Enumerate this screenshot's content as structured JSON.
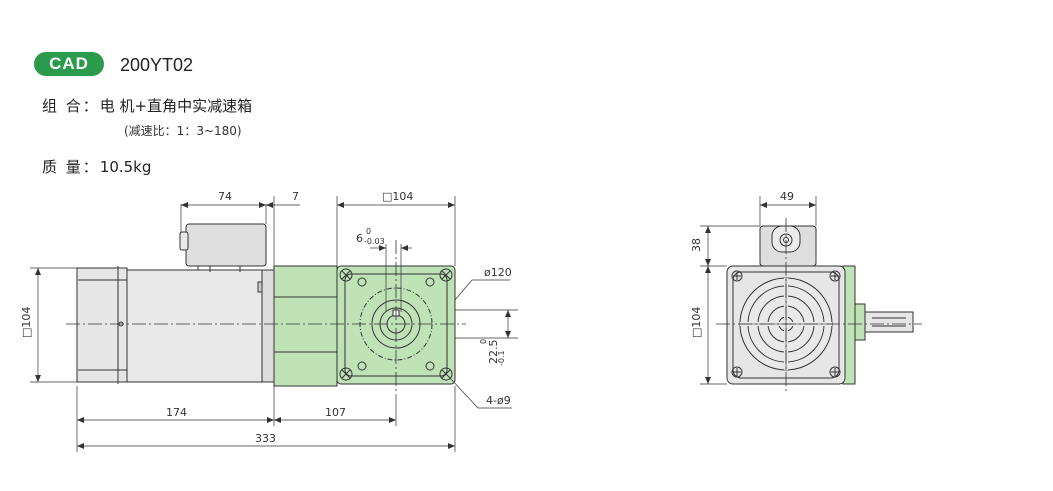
{
  "badge": "CAD",
  "model": "200YT02",
  "composition": {
    "label": "组 合：",
    "value": "电 机+直角中实减速箱"
  },
  "ratio_note": "(减速比：1：3~180)",
  "weight": {
    "label": "质 量：",
    "value": "10.5kg"
  },
  "colors": {
    "badge": "#2a9a4c",
    "gearbox": "#bfe3b6",
    "motor": "#e6e6e6",
    "line": "#333333"
  },
  "side_view": {
    "dim_terminal_width": "74",
    "dim_gap": "7",
    "dim_flange_square": "□104",
    "dim_keyway": "6",
    "dim_keyway_tol_upper": "0",
    "dim_keyway_tol_lower": "-0.03",
    "dim_pcd": "ø120",
    "dim_motor_height": "□104",
    "dim_shaft_height": "22.5",
    "dim_shaft_height_tol_upper": "0",
    "dim_shaft_height_tol_lower": "-0.1",
    "dim_holes": "4-ø9",
    "dim_motor_length": "174",
    "dim_gearbox_length": "107",
    "dim_total_length": "333"
  },
  "end_view": {
    "dim_terminal_width": "49",
    "dim_terminal_height": "38",
    "dim_body_square": "□104"
  }
}
